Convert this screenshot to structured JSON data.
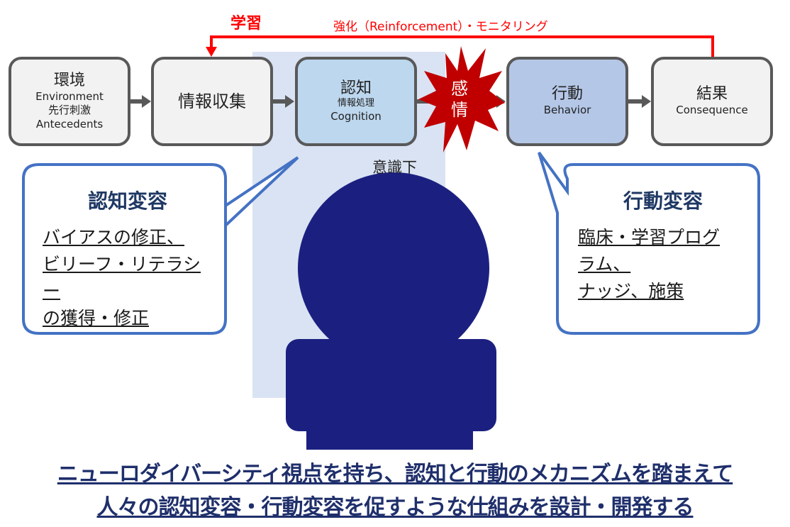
{
  "loop": {
    "title": "学習",
    "label": "強化（Reinforcement）・モニタリング"
  },
  "boxes": {
    "environment": {
      "title": "環境",
      "en": "Environment",
      "sub": "先行刺激",
      "en2": "Antecedents"
    },
    "info": {
      "title": "情報収集"
    },
    "cognition": {
      "title": "認知",
      "sub": "情報処理",
      "en": "Cognition"
    },
    "behavior": {
      "title": "行動",
      "en": "Behavior"
    },
    "consequence": {
      "title": "結果",
      "en": "Consequence"
    }
  },
  "emotion": {
    "line1": "感",
    "line2": "情"
  },
  "subconscious": "意識下",
  "left_callout": {
    "title": "認知変容",
    "lines": [
      "バイアスの修正、",
      "ビリーフ・リテラシー",
      "の獲得・修正"
    ]
  },
  "right_callout": {
    "title": "行動変容",
    "lines": [
      "臨床・学習プログ",
      "ラム、",
      "ナッジ、施策"
    ]
  },
  "bottom": [
    "ニューロダイバーシティ視点を持ち、認知と行動のメカニズムを踏まえて",
    "人々の認知変容・行動変容を促すような仕組みを設計・開発する"
  ],
  "colors": {
    "red": "#ff0000",
    "navy": "#1b2080",
    "blue": "#4472c4"
  }
}
